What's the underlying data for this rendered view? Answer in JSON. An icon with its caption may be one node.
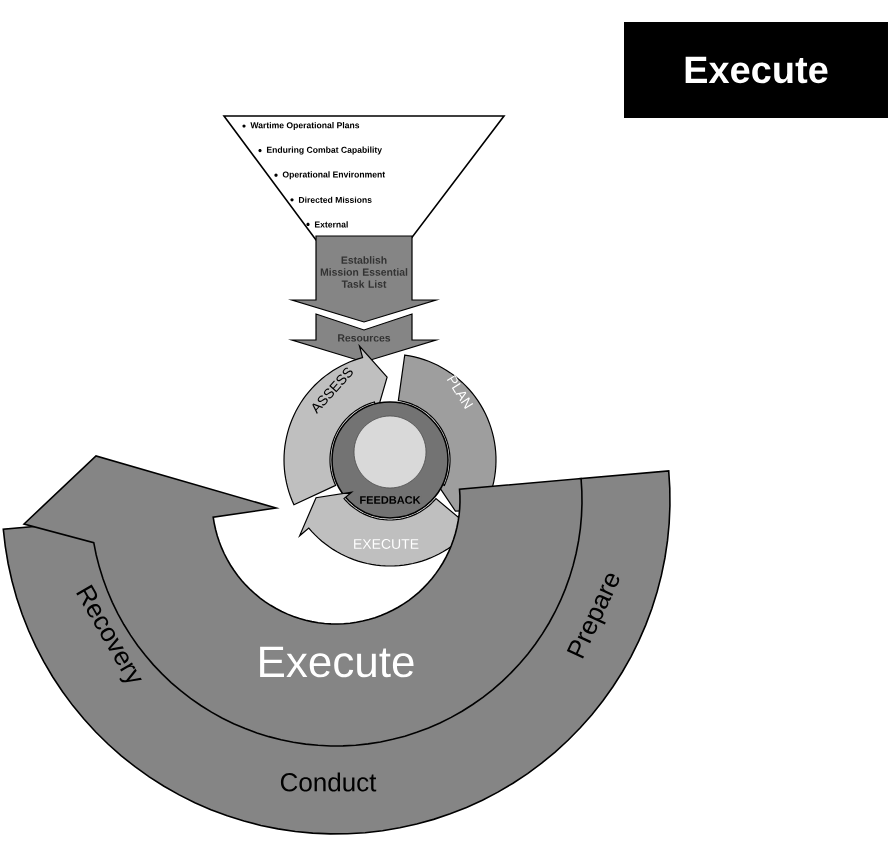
{
  "diagram": {
    "title": "Execute",
    "nodes": [
      {
        "text": [
          "Wartime Operational Plans",
          "Enduring Combat Capability",
          "Operational Environment",
          "Directed Missions",
          "External"
        ]
      },
      {
        "text": [
          "Establish Mission Essential Task List"
        ]
      },
      {
        "text": [
          "Resources"
        ]
      },
      {
        "text": [
          "ASSESS"
        ]
      },
      {
        "text": [
          "PLAN"
        ]
      },
      {
        "text": [
          "FEEDBACK"
        ]
      },
      {
        "text": [
          "EXECUTE"
        ]
      },
      {
        "text": [
          "Recovery",
          "Prepare",
          "Conduct"
        ]
      },
      {
        "text": [
          "Execute"
        ]
      }
    ]
  }
}
